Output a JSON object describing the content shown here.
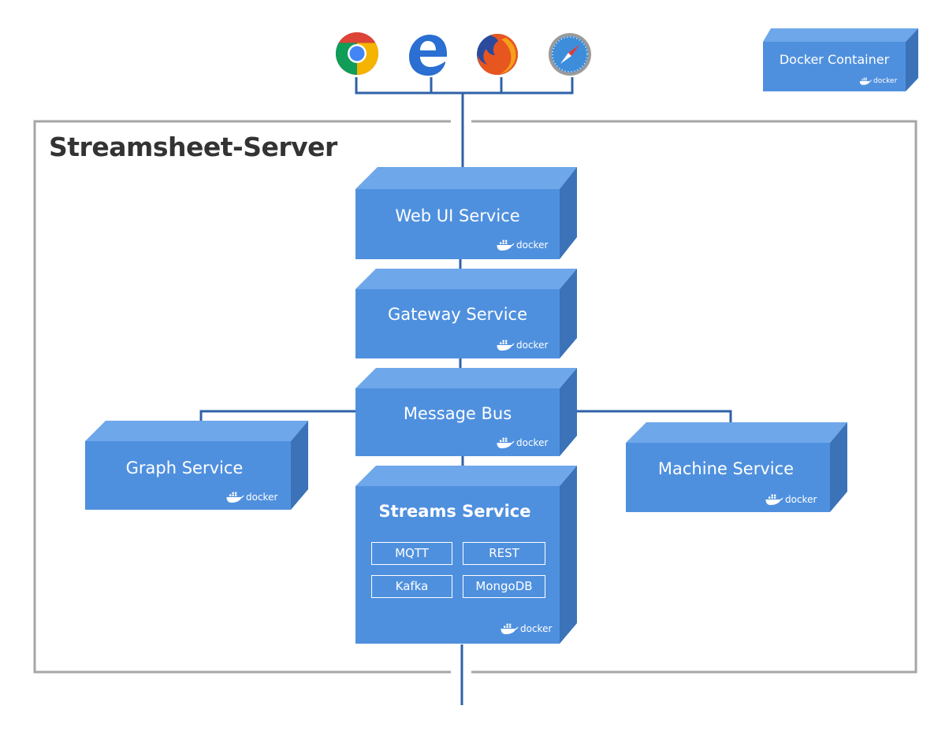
{
  "server_title": "Streamsheet-Server",
  "legend": {
    "label": "Docker Container",
    "logo_text": "docker"
  },
  "browsers": [
    {
      "name": "chrome-icon"
    },
    {
      "name": "edge-icon"
    },
    {
      "name": "firefox-icon"
    },
    {
      "name": "safari-icon"
    }
  ],
  "services": {
    "web_ui": {
      "label": "Web UI Service",
      "logo_text": "docker"
    },
    "gateway": {
      "label": "Gateway Service",
      "logo_text": "docker"
    },
    "message_bus": {
      "label": "Message Bus",
      "logo_text": "docker"
    },
    "graph": {
      "label": "Graph Service",
      "logo_text": "docker"
    },
    "machine": {
      "label": "Machine Service",
      "logo_text": "docker"
    },
    "streams": {
      "label": "Streams Service",
      "logo_text": "docker",
      "protocols": [
        "MQTT",
        "REST",
        "Kafka",
        "MongoDB"
      ]
    }
  },
  "colors": {
    "box_front": "#4f90de",
    "box_top": "#6ea7ea",
    "box_side": "#3b72b8",
    "connector": "#2f62a8",
    "frame": "#a6a6a6"
  }
}
